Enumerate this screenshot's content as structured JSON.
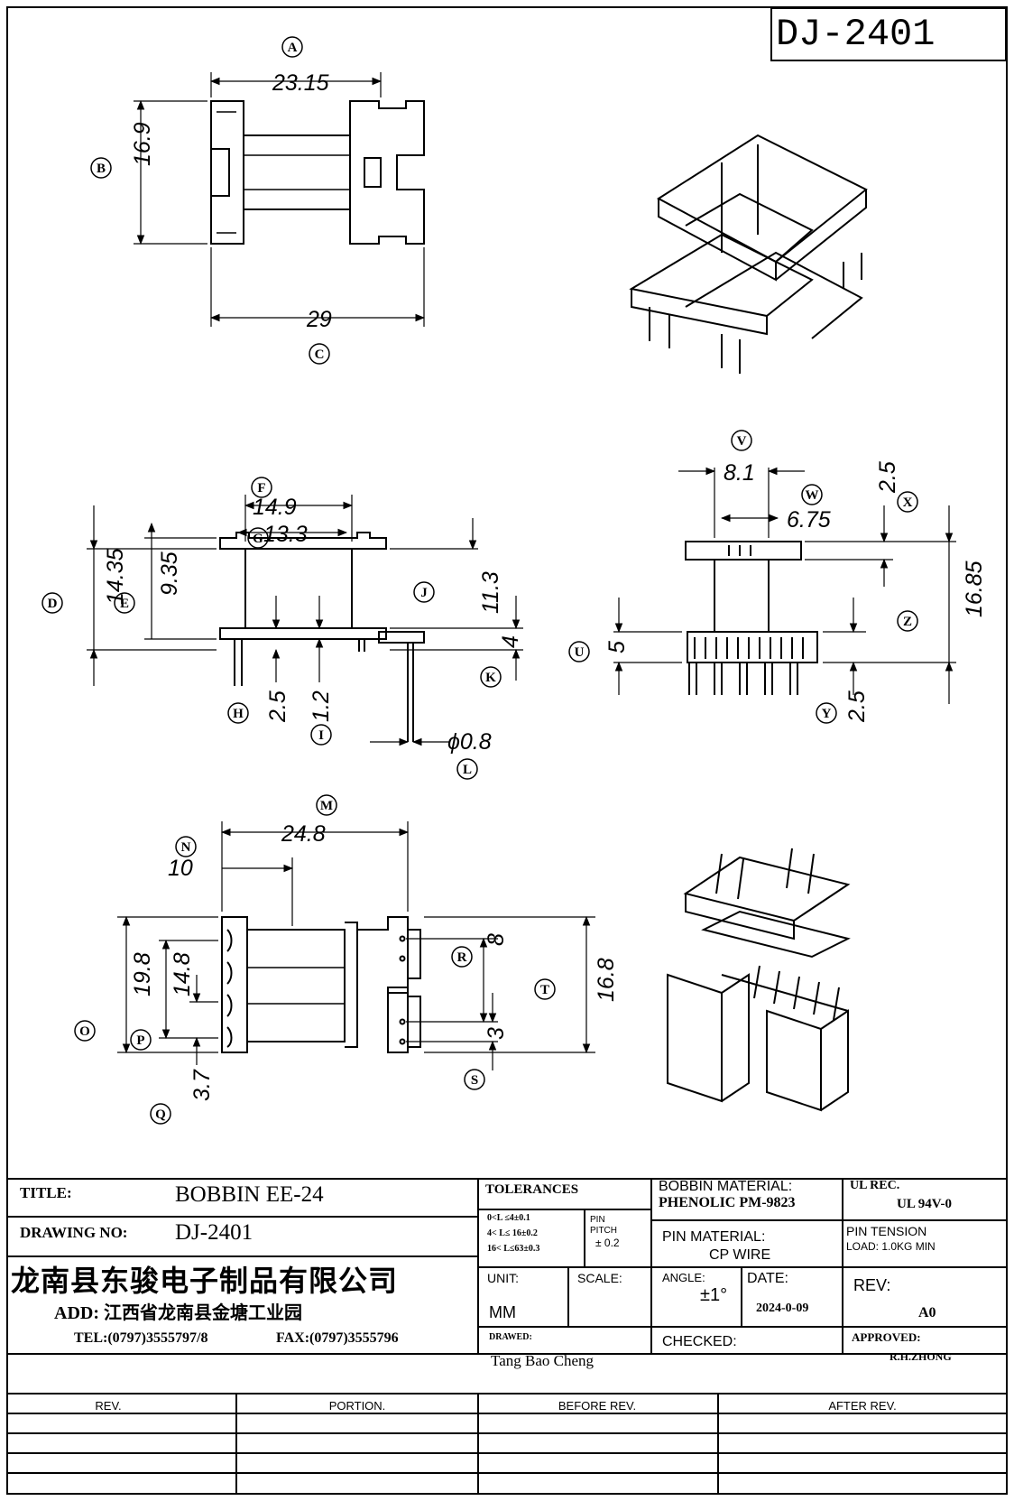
{
  "drawing": {
    "number_box": "DJ-2401",
    "views": {
      "top": {
        "A": "23.15",
        "B": "16.9",
        "C": "29"
      },
      "front": {
        "F": "14.9",
        "G": "13.3",
        "D": "14.35",
        "E": "9.35",
        "J": "11.3",
        "K": "4",
        "H": "2.5",
        "I": "1.2",
        "L": "ϕ0.8"
      },
      "side": {
        "V": "8.1",
        "W": "6.75",
        "X": "2.5",
        "Z": "16.85",
        "U": "5",
        "Y": "2.5"
      },
      "bottom": {
        "M": "24.8",
        "N": "10",
        "O": "19.8",
        "P": "14.8",
        "Q": "3.7",
        "R": "8",
        "S": "3",
        "T": "16.8"
      }
    }
  },
  "titleblock": {
    "title_label": "TITLE:",
    "title_value": "BOBBIN EE-24",
    "drawing_no_label": "DRAWING NO:",
    "drawing_no_value": "DJ-2401",
    "company": "龙南县东骏电子制品有限公司",
    "address": "ADD: 江西省龙南县金塘工业园",
    "tel": "TEL:(0797)3555797/8",
    "fax": "FAX:(0797)3555796",
    "tolerances_label": "TOLERANCES",
    "tol1": "0<L ≤4±0.1",
    "tol2": "4< L≤  16±0.2",
    "tol3": "16< L≤63±0.3",
    "pin_pitch_label1": "PIN",
    "pin_pitch_label2": "PITCH",
    "pin_pitch_value": "± 0.2",
    "unit_label": "UNIT:",
    "unit_value": "MM",
    "scale_label": "SCALE:",
    "drawn_label": "DRAWED:",
    "drawn_value": "Tang Bao Cheng",
    "bobbin_material_label": "BOBBIN MATERIAL:",
    "bobbin_material_value": "PHENOLIC  PM-9823",
    "pin_material_label": "PIN MATERIAL:",
    "pin_material_value": "CP WIRE",
    "angle_label": "ANGLE:",
    "angle_value": "±1°",
    "date_label": "DATE:",
    "date_value": "2024-0-09",
    "checked_label": "CHECKED:",
    "ul_rec_label": "UL REC.",
    "ul_rec_value": "UL  94V-0",
    "pin_tension_label": "PIN TENSION",
    "pin_tension_value": "LOAD:  1.0KG MIN",
    "rev_label": "REV:",
    "rev_value": "A0",
    "approved_label": "APPROVED:",
    "approved_value": "R.H.ZHONG"
  },
  "revtable": {
    "headers": [
      "REV.",
      "PORTION.",
      "BEFORE REV.",
      "AFTER REV."
    ]
  }
}
